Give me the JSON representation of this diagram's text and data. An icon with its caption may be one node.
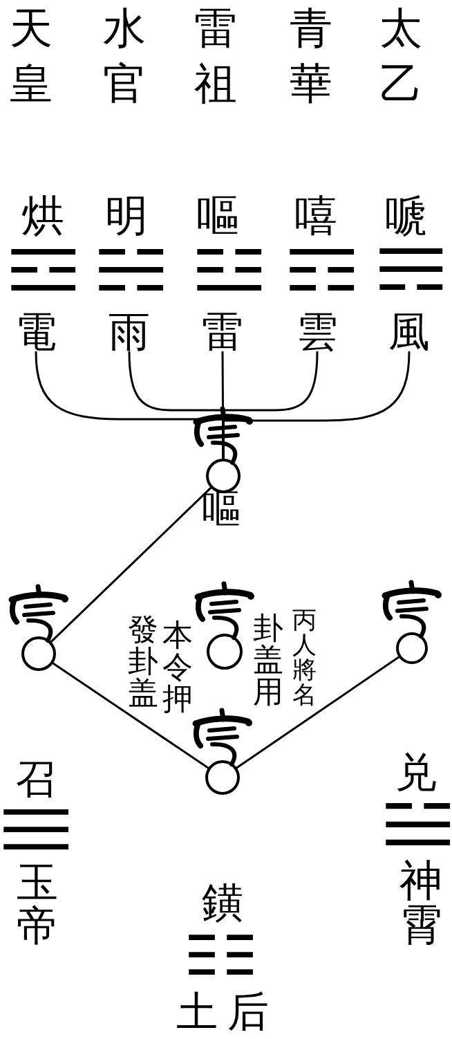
{
  "diagram": {
    "nodes": [
      {
        "text": [
          "電"
        ],
        "beside": [
          "烘",
          "☲"
        ]
      },
      {
        "text": [
          "雨"
        ],
        "beside": [
          "明",
          "☵"
        ]
      },
      {
        "text": [
          "雷"
        ],
        "beside": [
          "嘔",
          "☳"
        ]
      },
      {
        "text": [
          "雲"
        ],
        "beside": [
          "嘻",
          "☶"
        ]
      },
      {
        "text": [
          "風"
        ],
        "beside": [
          "嗁",
          "☴"
        ]
      },
      {
        "text": [],
        "shape": "circle",
        "beside": [
          "嘔"
        ]
      },
      {
        "text": [],
        "shape": "circle"
      },
      {
        "text": [],
        "shape": "circle"
      },
      {
        "text": [],
        "shape": "circle"
      },
      {
        "text": [],
        "shape": "circle"
      }
    ],
    "edges": [
      {
        "from": 0,
        "to": 5,
        "arrow": "none"
      },
      {
        "from": 1,
        "to": 5,
        "arrow": "none"
      },
      {
        "from": 2,
        "to": 5,
        "arrow": "none"
      },
      {
        "from": 3,
        "to": 5,
        "arrow": "none"
      },
      {
        "from": 4,
        "to": 5,
        "arrow": "none"
      },
      {
        "from": 5,
        "to": 6,
        "arrow": "none"
      },
      {
        "from": 6,
        "to": 9,
        "arrow": "none"
      },
      {
        "from": 9,
        "to": 8,
        "arrow": "none"
      }
    ],
    "labels": [
      "天皇",
      "水官",
      "雷祖",
      "青華",
      "太乙",
      "發卦盖",
      "本令押",
      "卦盖用",
      "丙人將名",
      "召",
      "☰",
      "玉帝",
      "鐄",
      "☷",
      "土后",
      "兑",
      "☱",
      "神霄"
    ]
  }
}
